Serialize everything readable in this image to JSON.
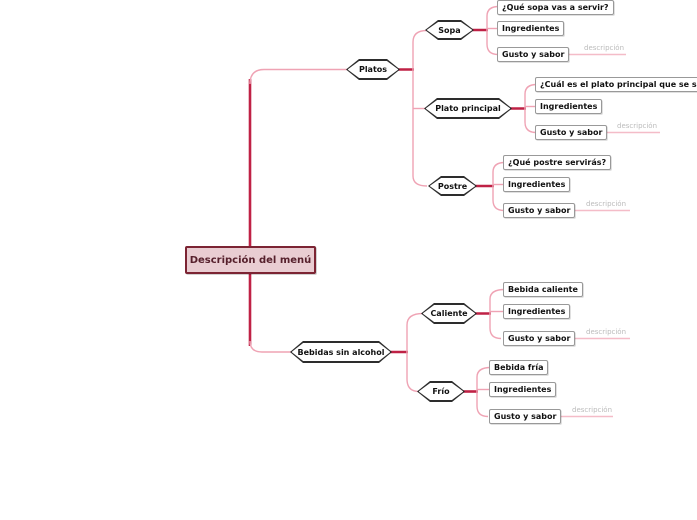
{
  "colors": {
    "branch_primary": "#bf2145",
    "branch_secondary": "#efa3b4",
    "note_line": "#f4bcc8",
    "root_fill": "#e9cdd2",
    "root_border": "#7c2433",
    "root_text": "#56202c",
    "hexagon_border": "#2d2d2d",
    "box_border": "#999999",
    "note_text": "#bbbbbb"
  },
  "mindmap": {
    "root": {
      "label": "Descripción del menú"
    },
    "platos": {
      "label": "Platos",
      "sopa": {
        "label": "Sopa",
        "question": "¿Qué sopa vas a servir?",
        "ingredients": "Ingredientes",
        "taste": "Gusto y sabor",
        "note": "descripción"
      },
      "plato_principal": {
        "label": "Plato principal",
        "question": "¿Cuál es el plato principal que se servirá?",
        "ingredients": "Ingredientes",
        "taste": "Gusto y sabor",
        "note": "descripción"
      },
      "postre": {
        "label": "Postre",
        "question": "¿Qué postre servirás?",
        "ingredients": "Ingredientes",
        "taste": "Gusto y sabor",
        "note": "descripción"
      }
    },
    "bebidas": {
      "label": "Bebidas sin alcohol",
      "caliente": {
        "label": "Caliente",
        "question": "Bebida caliente",
        "ingredients": "Ingredientes",
        "taste": "Gusto y sabor",
        "note": "descripción"
      },
      "frio": {
        "label": "Frío",
        "question": "Bebida fría",
        "ingredients": "Ingredientes",
        "taste": "Gusto y sabor",
        "note": "descripción"
      }
    }
  }
}
